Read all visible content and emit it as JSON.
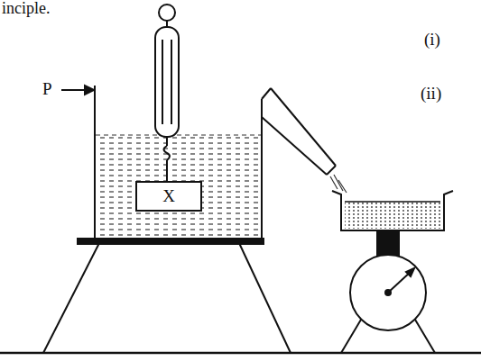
{
  "diagram": {
    "nodes": [
      {
        "text": [
          "X"
        ]
      }
    ],
    "labels": [
      "inciple.",
      "P",
      "(i)",
      "(ii)"
    ]
  }
}
